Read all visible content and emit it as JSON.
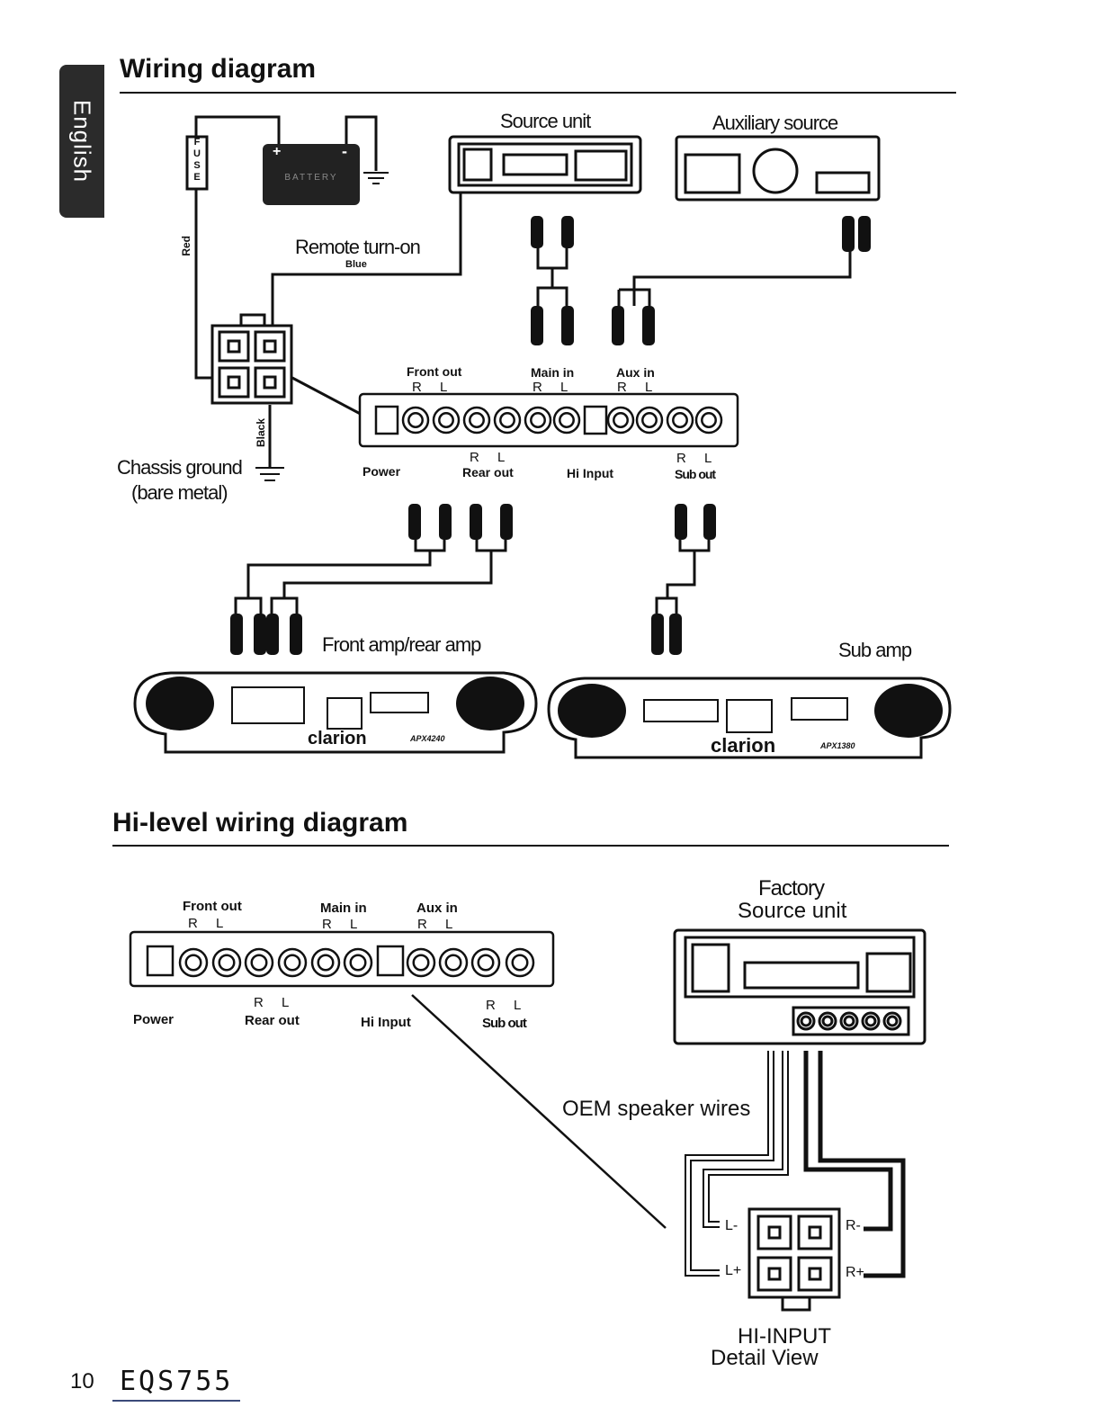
{
  "side_tab": "English",
  "section1": {
    "title": "Wiring diagram",
    "fuse_label": "FUSE",
    "battery_plus": "+",
    "battery_minus": "-",
    "battery_label": "BATTERY",
    "red_wire": "Red",
    "black_wire": "Black",
    "remote_turn_on": "Remote turn-on",
    "blue_wire": "Blue",
    "source_unit": "Source unit",
    "auxiliary_source": "Auxiliary source",
    "chassis_ground": "Chassis ground",
    "bare_metal": "(bare metal)",
    "eq_top_labels": {
      "front_out": "Front out",
      "main_in": "Main in",
      "aux_in": "Aux in",
      "rl": "R L"
    },
    "eq_bottom_labels": {
      "power": "Power",
      "rear_out": "Rear out",
      "hi_input": "Hi Input",
      "sub_out": "Sub out",
      "rl": "R L"
    },
    "front_rear_amp": "Front amp/rear amp",
    "sub_amp": "Sub amp",
    "amp1_brand": "clarion",
    "amp1_model": "APX4240",
    "amp2_brand": "clarion",
    "amp2_model": "APX1380"
  },
  "section2": {
    "title": "Hi-level wiring diagram",
    "eq_top_labels": {
      "front_out": "Front out",
      "main_in": "Main in",
      "aux_in": "Aux in",
      "rl": "R L"
    },
    "eq_bottom_labels": {
      "power": "Power",
      "rear_out": "Rear out",
      "hi_input": "Hi Input",
      "sub_out": "Sub out",
      "rl": "R L"
    },
    "factory_line1": "Factory",
    "factory_line2": "Source unit",
    "oem_wires": "OEM speaker wires",
    "l_minus": "L-",
    "l_plus": "L+",
    "r_minus": "R-",
    "r_plus": "R+",
    "detail_line1": "HI-INPUT",
    "detail_line2": "Detail View"
  },
  "footer": {
    "page_number": "10",
    "model": "EQS755"
  }
}
